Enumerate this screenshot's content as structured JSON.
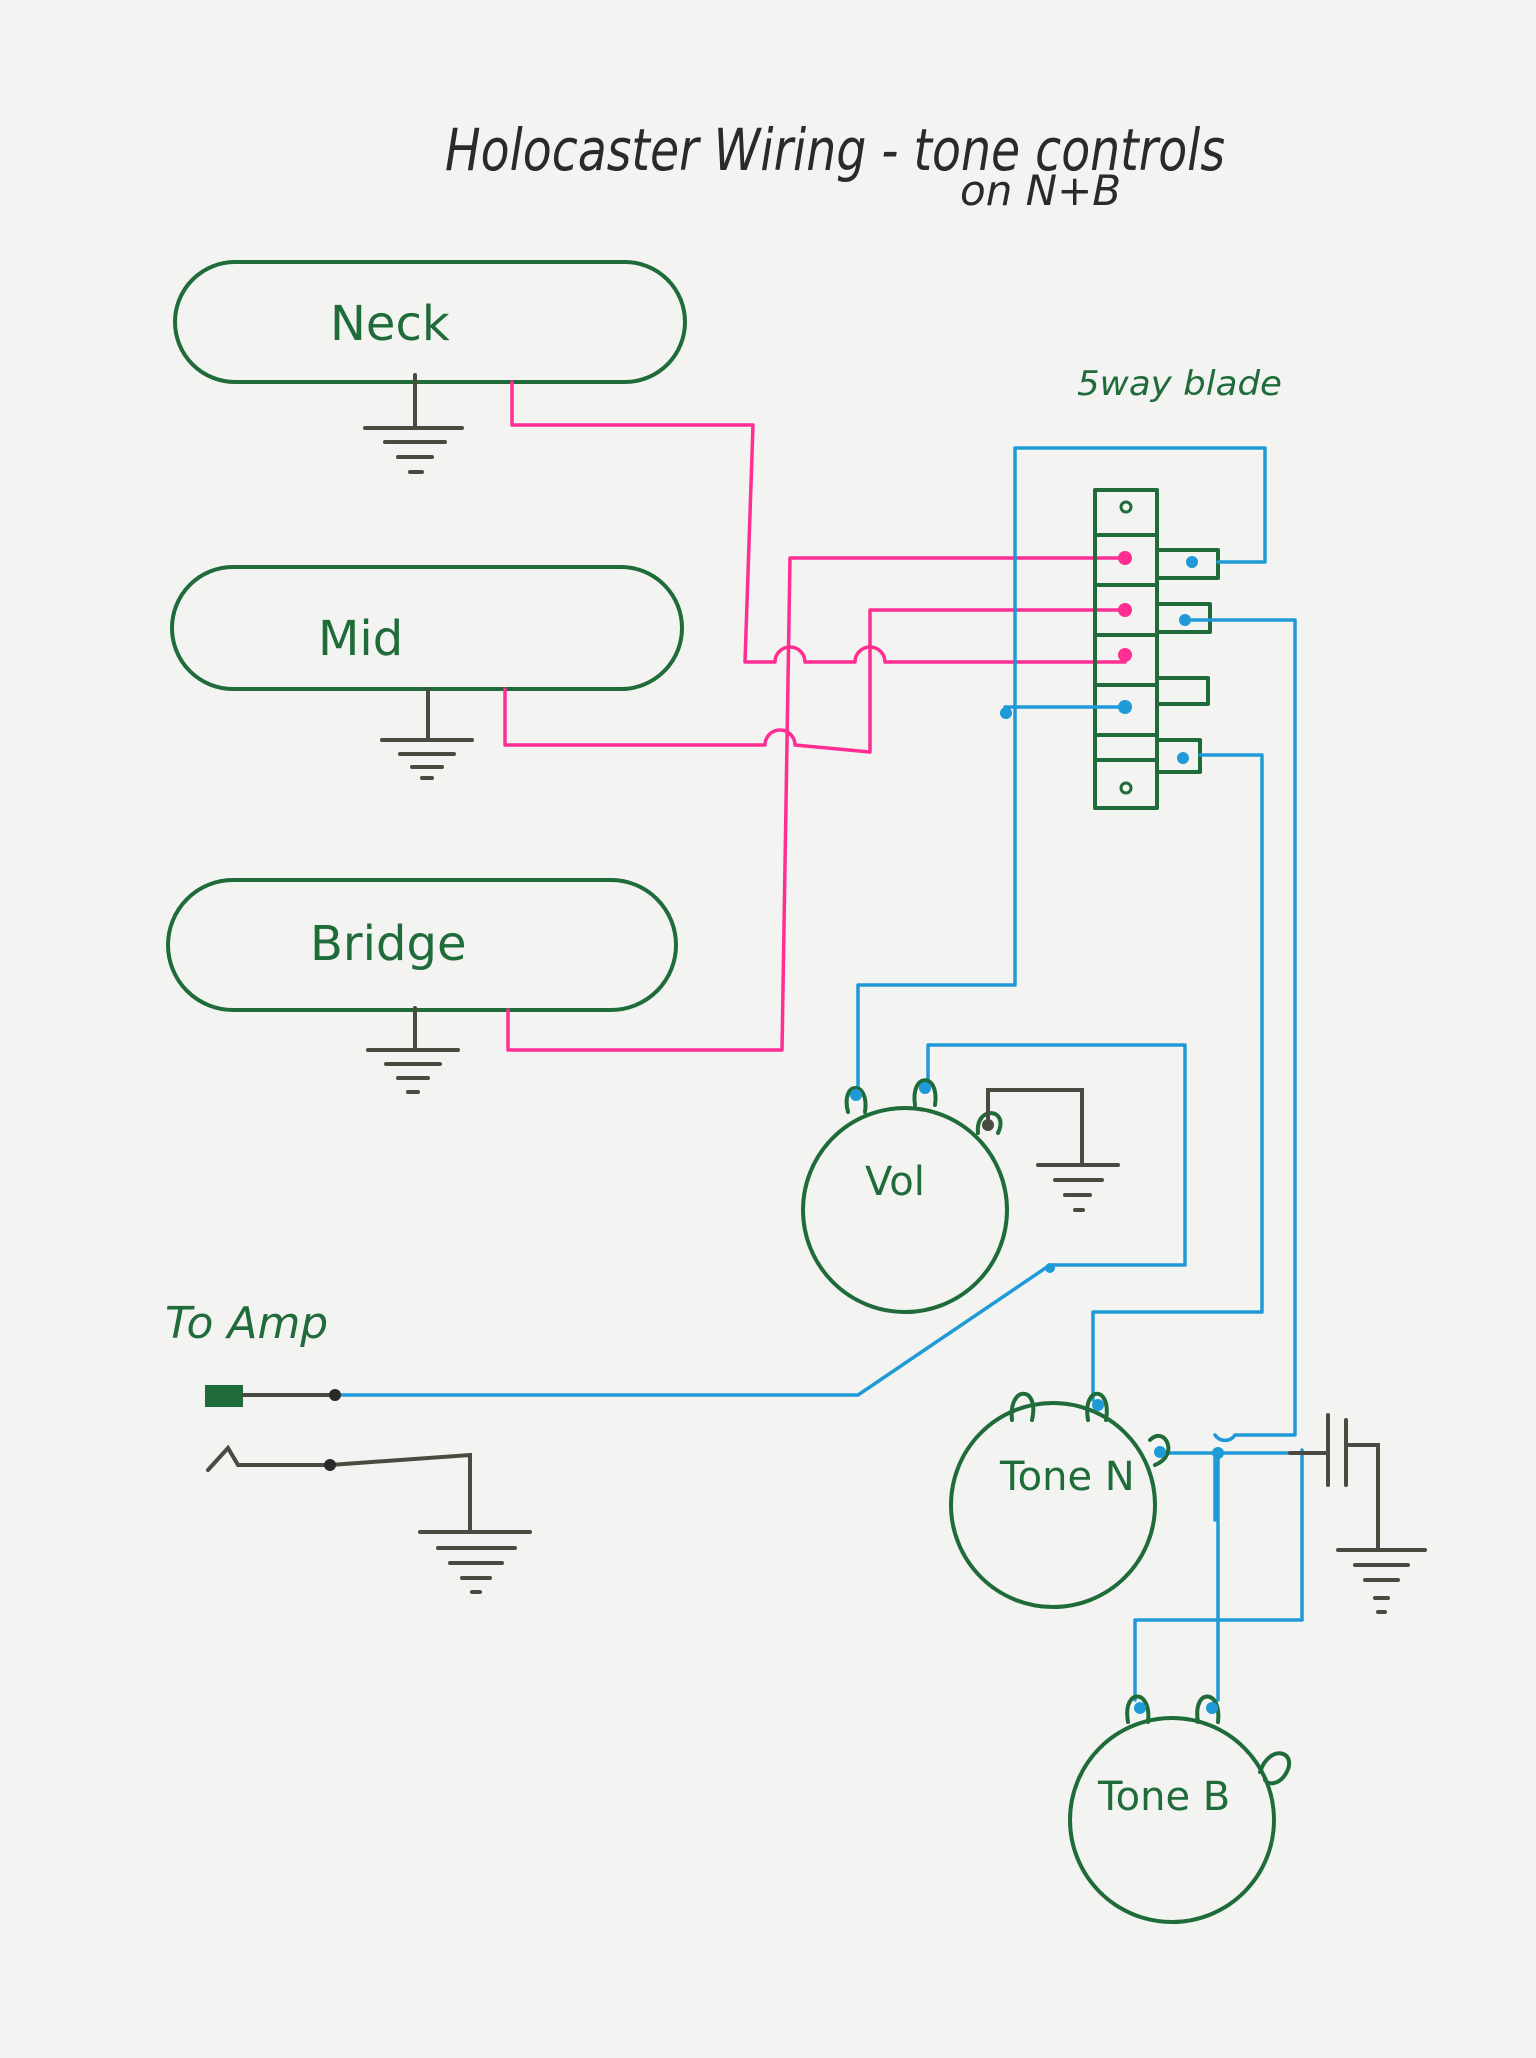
{
  "title": {
    "line1": "Holocaster Wiring - tone controls",
    "line2": "on N+B"
  },
  "pickups": [
    {
      "label": "Neck"
    },
    {
      "label": "Mid"
    },
    {
      "label": "Bridge"
    }
  ],
  "switch": {
    "label": "5way blade"
  },
  "pots": {
    "volume": "Vol",
    "tone_neck": "Tone N",
    "tone_bridge": "Tone B"
  },
  "output": {
    "label": "To Amp"
  },
  "colors": {
    "pickup_ink": "#1f6b3a",
    "hot_wire": "#ff2e92",
    "signal_wire": "#1f9ad6",
    "ground_wire": "#4a4a40",
    "paper": "#f3f3f1"
  }
}
